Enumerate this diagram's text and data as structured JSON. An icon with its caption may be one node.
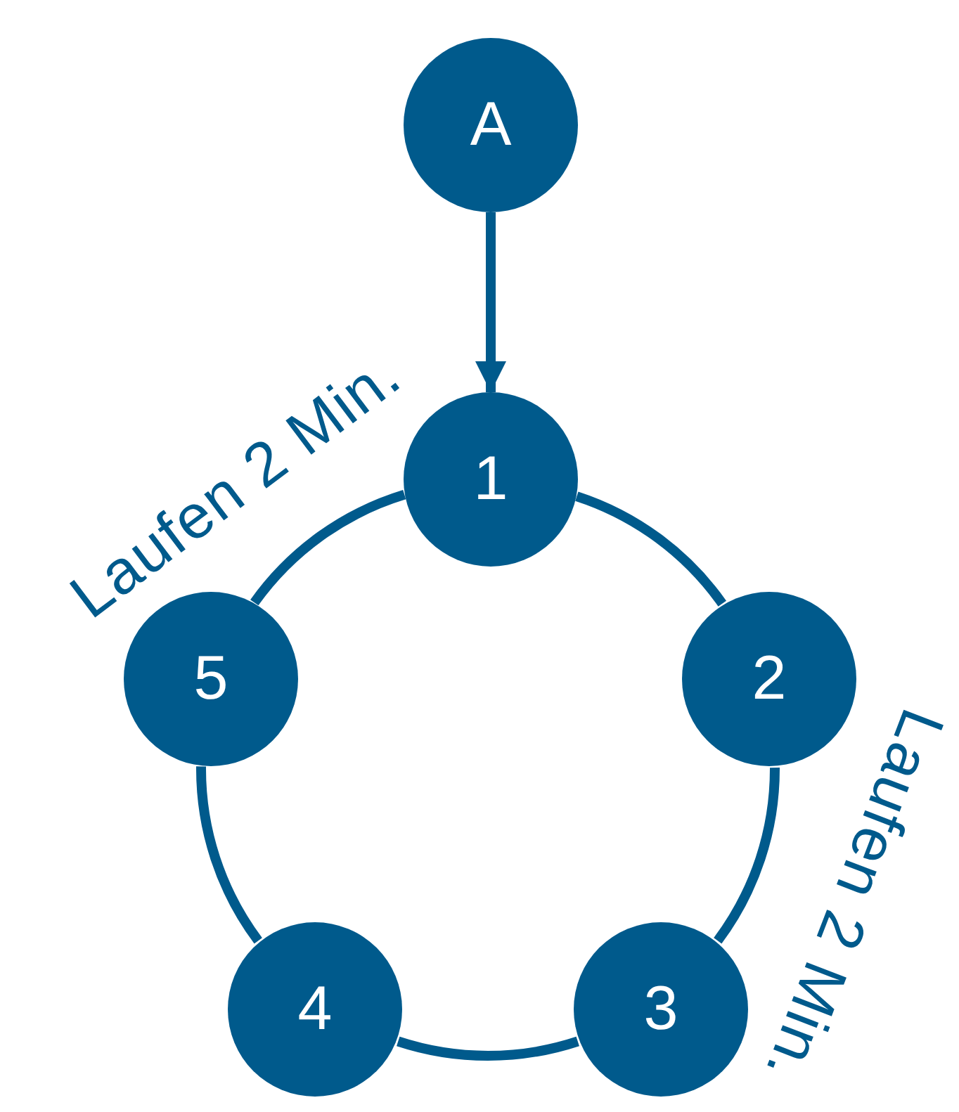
{
  "diagram": {
    "nodes": [
      {
        "text": [
          "A"
        ]
      },
      {
        "text": [
          "1"
        ]
      },
      {
        "text": [
          "2"
        ]
      },
      {
        "text": [
          "3"
        ]
      },
      {
        "text": [
          "4"
        ]
      },
      {
        "text": [
          "5"
        ]
      }
    ],
    "edges": [
      {
        "from": 0,
        "to": 1,
        "arrow": "to"
      },
      {
        "from": 1,
        "to": 2,
        "arrow": "none"
      },
      {
        "from": 2,
        "to": 3,
        "arrow": "none",
        "label": "Laufen 2 Min."
      },
      {
        "from": 3,
        "to": 4,
        "arrow": "none"
      },
      {
        "from": 4,
        "to": 5,
        "arrow": "none"
      },
      {
        "from": 5,
        "to": 1,
        "arrow": "none",
        "label": "Laufen 2 Min."
      }
    ]
  }
}
